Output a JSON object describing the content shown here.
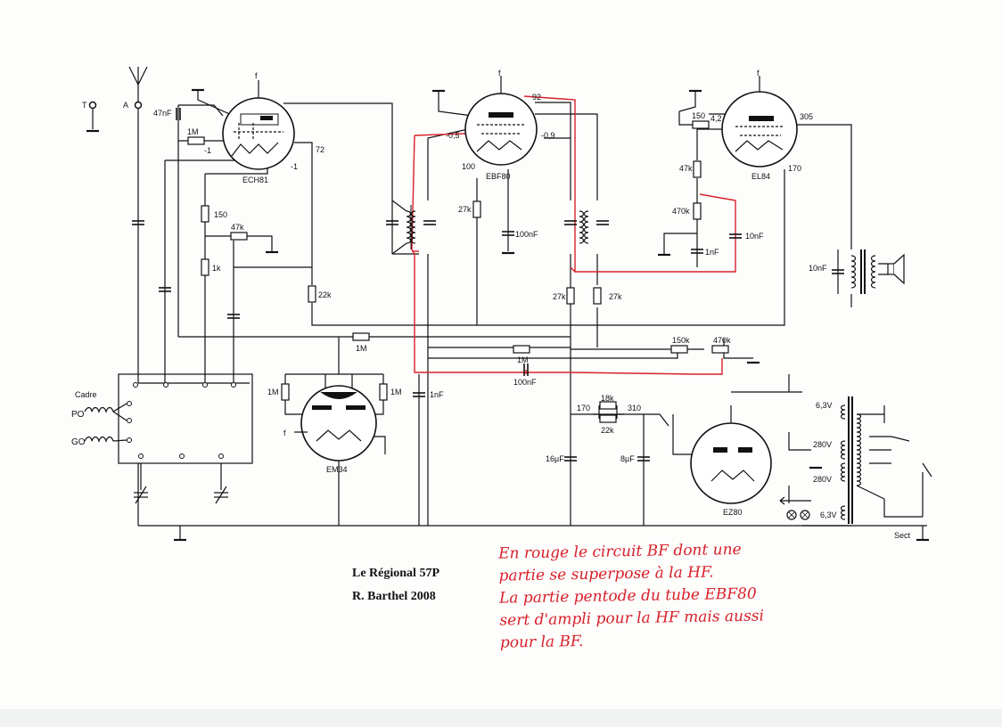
{
  "labels": {
    "T": "T",
    "A": "A",
    "c47nF": "47nF",
    "r1M_ech": "1M",
    "neg1a": "-1",
    "neg1b": "-1",
    "ech_v": "72",
    "ech_f": "f",
    "ech81": "ECH81",
    "r150_a": "150",
    "r47k_a": "47k",
    "r1k": "1k",
    "r22k": "22k",
    "ebf_f": "f",
    "ebf_92": "92",
    "ebf_m05": "-0,5",
    "ebf_m09": "-0,9",
    "ebf_100": "100",
    "ebf80": "EBF80",
    "r27k_a": "27k",
    "c100nF_a": "100nF",
    "r27k_b": "27k",
    "r27k_c": "27k",
    "el_f": "f",
    "r150_b": "150",
    "el_42": "4,2",
    "el_305": "305",
    "el_170": "170",
    "el84": "EL84",
    "r47k_b": "47k",
    "r470k_a": "470k",
    "c1nF_a": "1nF",
    "c10nF_a": "10nF",
    "c10nF_b": "10nF",
    "r1M_a": "1M",
    "r1M_b": "1M",
    "c100nF_b": "100nF",
    "r150k": "150k",
    "r470k_b": "470k",
    "cadre": "Cadre",
    "po": "PO",
    "go": "GO",
    "em_1M_a": "1M",
    "em_1M_b": "1M",
    "em_f": "f",
    "em34": "EM34",
    "c1nF_b": "1nF",
    "psu_170": "170",
    "r18k": "18k",
    "r22k_b": "22k",
    "psu_310": "310",
    "c16uF": "16µF",
    "c8uF": "8µF",
    "v63_a": "6,3V",
    "v280_a": "280V",
    "v280_b": "280V",
    "v63_b": "6,3V",
    "ez80": "EZ80",
    "sect": "Sect"
  },
  "caption": {
    "title": "Le Régional 57P",
    "author": "R. Barthel 2008"
  },
  "note": {
    "line1": "En rouge le circuit BF dont une",
    "line2": "partie se superpose à la HF.",
    "line3": "La partie pentode du tube EBF80",
    "line4": "sert d'ampli pour la HF mais aussi",
    "line5": "pour la BF."
  },
  "colors": {
    "ink": "#111111",
    "red_annotation": "#d8202a",
    "paper": "#fdfdfc"
  }
}
